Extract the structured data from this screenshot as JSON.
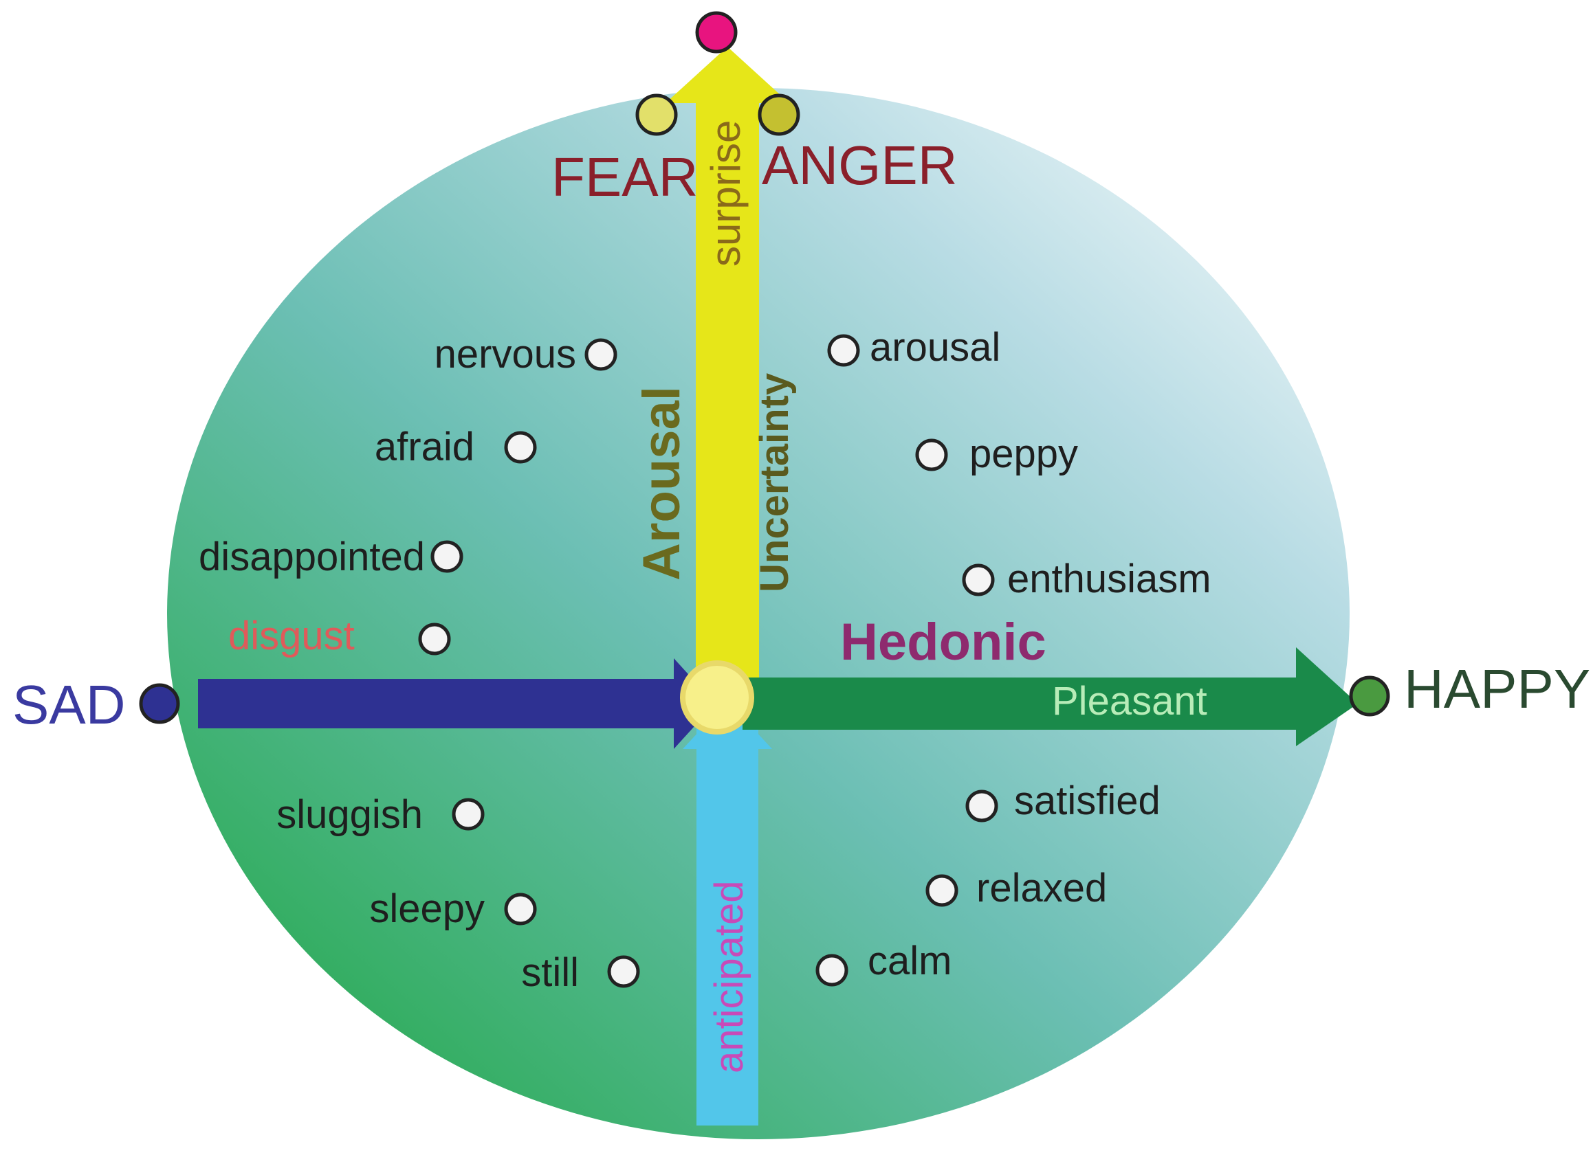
{
  "poles": {
    "top": "FEAR",
    "top_center": "surprise",
    "top_right": "ANGER",
    "left": "SAD",
    "right": "HAPPY"
  },
  "axes": {
    "arousal": "Arousal",
    "uncertainty": "Uncertainty",
    "hedonic": "Hedonic",
    "pleasant": "Pleasant",
    "disgust": "disgust",
    "anticipated": "anticipated"
  },
  "emotions": {
    "nervous": "nervous",
    "afraid": "afraid",
    "disappointed": "disappointed",
    "arousal": "arousal",
    "peppy": "peppy",
    "enthusiasm": "enthusiasm",
    "sluggish": "sluggish",
    "sleepy": "sleepy",
    "still": "still",
    "satisfied": "satisfied",
    "relaxed": "relaxed",
    "calm": "calm"
  },
  "colors": {
    "fear_anger_text": "#8a1f2a",
    "sad_blue": "#2e3192",
    "happy_green": "#1a8a4a",
    "arousal_yellow": "#e6e619",
    "anticipated_cyan": "#4fc3e8",
    "hedonic_purple": "#8e2a6e",
    "disgust_red": "#e05a5a",
    "surprise_dot": "#e8147f",
    "fear_dot": "#e2e06a",
    "anger_dot": "#c4c030"
  }
}
